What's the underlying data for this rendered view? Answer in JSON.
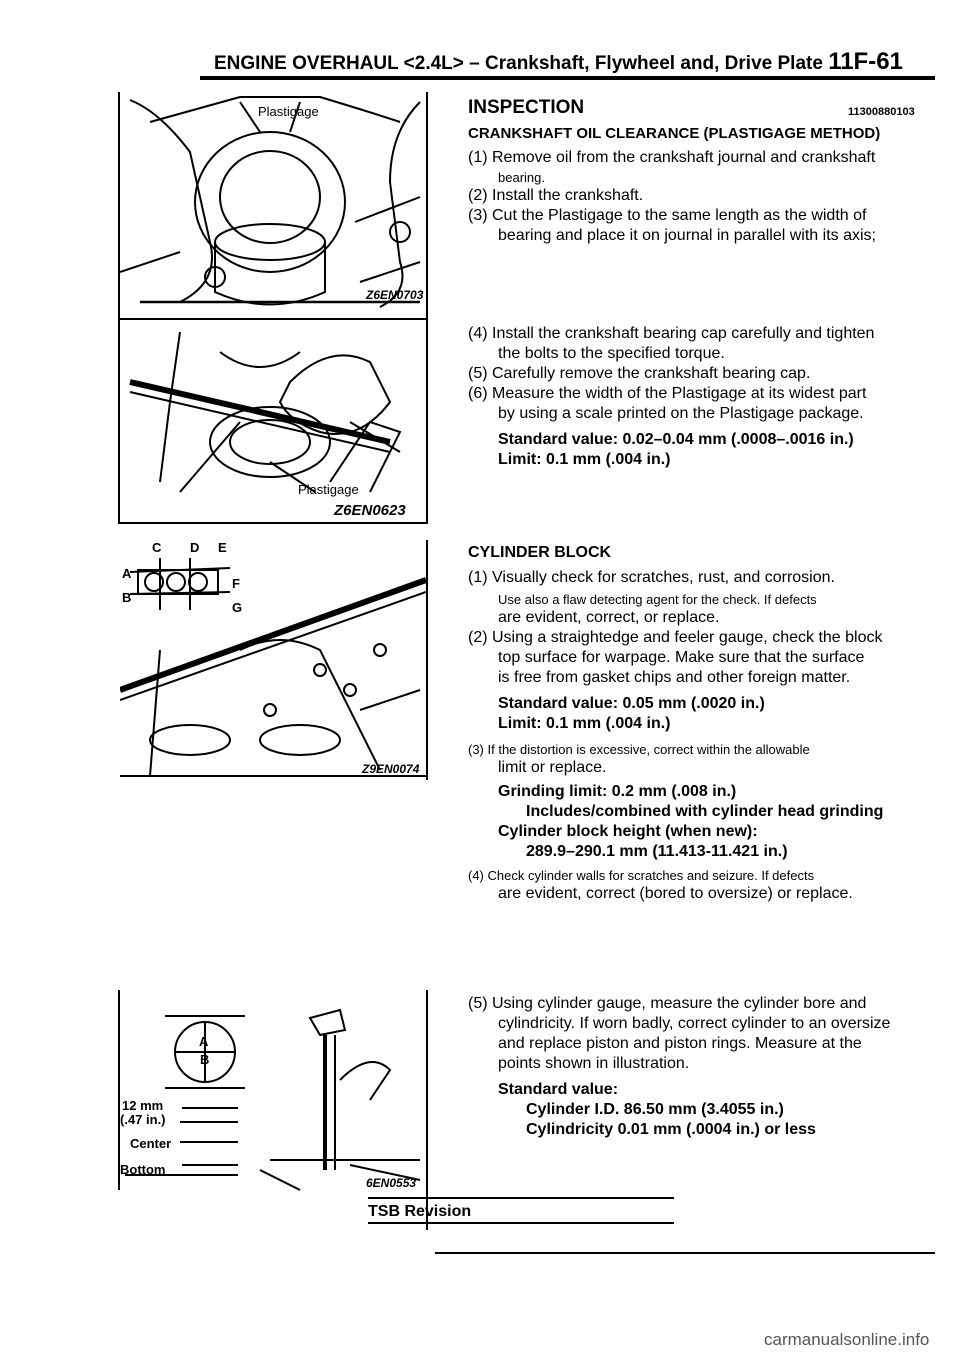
{
  "header": {
    "title": "ENGINE OVERHAUL <2.4L> – Crankshaft, Flywheel and, Drive Plate",
    "page_number": "11F-61"
  },
  "figures": [
    {
      "label": "Plastigage",
      "code": "Z6EN0703"
    },
    {
      "label": "Plastigage",
      "code": "Z6EN0623"
    },
    {
      "letters": [
        "C",
        "D",
        "E",
        "A",
        "F",
        "B",
        "G"
      ],
      "code": "Z9EN0074"
    },
    {
      "letter_a": "A",
      "letter_b": "B",
      "dim_mm": "12 mm",
      "dim_in": "(.47 in.)",
      "center": "Center",
      "bottom": "Bottom",
      "code": "6EN0553"
    }
  ],
  "inspection": {
    "heading": "INSPECTION",
    "code": "11300880103",
    "subheading": "CRANKSHAFT OIL CLEARANCE (PLASTIGAGE METHOD)",
    "steps": [
      "(1) Remove oil from the crankshaft journal and crankshaft",
      "bearing.",
      "(2) Install the crankshaft.",
      "(3) Cut the Plastigage to the same length as the width of",
      "bearing and place it on journal in parallel with its axis;",
      "(4) Install the crankshaft bearing cap carefully and tighten",
      "the bolts to the specified torque.",
      "(5) Carefully remove the crankshaft bearing cap.",
      "(6) Measure the width of the Plastigage at its widest part",
      "by using a scale printed on the Plastigage package."
    ],
    "standard": "Standard value: 0.02–0.04 mm (.0008–.0016 in.)",
    "limit": "Limit: 0.1 mm (.004 in.)"
  },
  "cylinder_block": {
    "heading": "CYLINDER BLOCK",
    "lines": [
      "(1) Visually check for scratches, rust, and corrosion.",
      "Use also a flaw detecting agent for the check. If defects",
      "are evident, correct, or replace.",
      "(2) Using a straightedge and feeler gauge, check the block",
      "top surface for warpage. Make sure that the surface",
      "is free from gasket chips and other foreign matter."
    ],
    "standard": "Standard value: 0.05 mm (.0020 in.)",
    "limit": "Limit: 0.1 mm (.004 in.)",
    "step3a": "(3) If the distortion is excessive, correct within the allowable",
    "step3b": "limit or replace.",
    "grinding": "Grinding limit: 0.2 mm (.008 in.)",
    "grinding_note": "Includes/combined with cylinder head grinding",
    "height_label": "Cylinder block height (when new):",
    "height_value": "289.9–290.1 mm (11.413-11.421 in.)",
    "step4a": "(4) Check cylinder walls for scratches and seizure. If defects",
    "step4b": "are evident, correct (bored to oversize) or replace.",
    "step5": [
      "(5) Using cylinder gauge, measure the cylinder bore and",
      "cylindricity. If worn badly, correct cylinder to an oversize",
      "and replace piston and piston rings. Measure at the",
      "points shown in illustration."
    ],
    "std_label": "Standard value:",
    "std_id": "Cylinder I.D. 86.50 mm (3.4055 in.)",
    "std_cyl": "Cylindricity 0.01 mm (.0004 in.) or less"
  },
  "footer": {
    "label": "TSB Revision"
  },
  "watermark": "carmanualsonline.info"
}
